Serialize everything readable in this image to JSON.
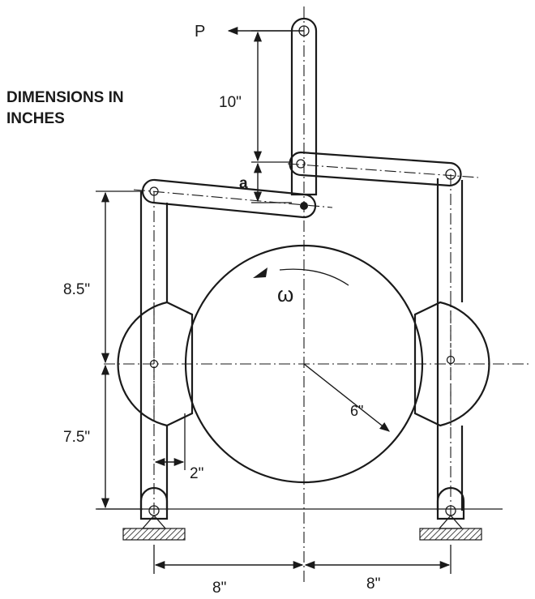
{
  "title": {
    "line1": "DIMENSIONS IN",
    "line2": "INCHES"
  },
  "labels": {
    "force": "P",
    "omega": "ω",
    "a": "a",
    "link_length": "10\"",
    "upper_height": "8.5\"",
    "lower_height": "7.5\"",
    "shoe_offset": "2\"",
    "radius": "6\"",
    "left_span": "8\"",
    "right_span": "8\""
  }
}
